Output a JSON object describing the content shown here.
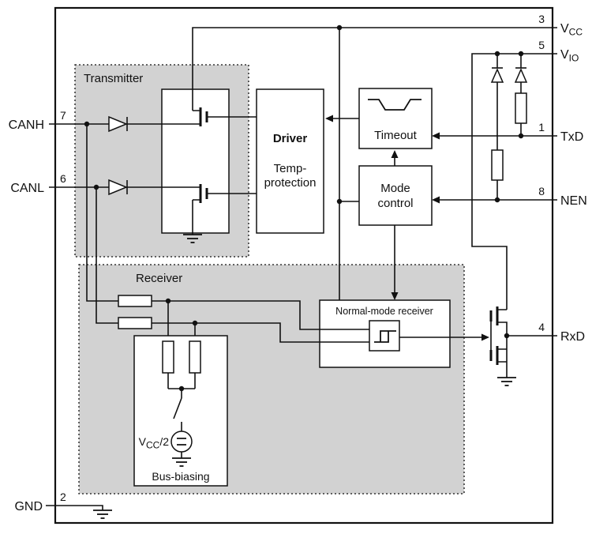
{
  "pins": {
    "left": [
      {
        "num": "7",
        "label": "CANH"
      },
      {
        "num": "6",
        "label": "CANL"
      },
      {
        "num": "2",
        "label": "GND"
      }
    ],
    "right": [
      {
        "num": "3",
        "label_base": "V",
        "label_sub": "CC"
      },
      {
        "num": "5",
        "label_base": "V",
        "label_sub": "IO"
      },
      {
        "num": "1",
        "label": "TxD"
      },
      {
        "num": "8",
        "label": "NEN"
      },
      {
        "num": "4",
        "label": "RxD"
      }
    ]
  },
  "transmitter": {
    "label": "Transmitter"
  },
  "receiver": {
    "label": "Receiver"
  },
  "driver": {
    "title": "Driver",
    "line1": "Temp-",
    "line2": "protection"
  },
  "timeout": {
    "label": "Timeout"
  },
  "mode_control": {
    "line1": "Mode",
    "line2": "control"
  },
  "normal_mode_receiver": {
    "label": "Normal-mode receiver"
  },
  "bus_biasing": {
    "label": "Bus-biasing",
    "source_base": "V",
    "source_sub": "CC",
    "source_suffix": "/2"
  },
  "colors": {
    "region_fill": "#d2d2d2",
    "line": "#111111",
    "box_fill": "#ffffff",
    "background": "#ffffff"
  }
}
